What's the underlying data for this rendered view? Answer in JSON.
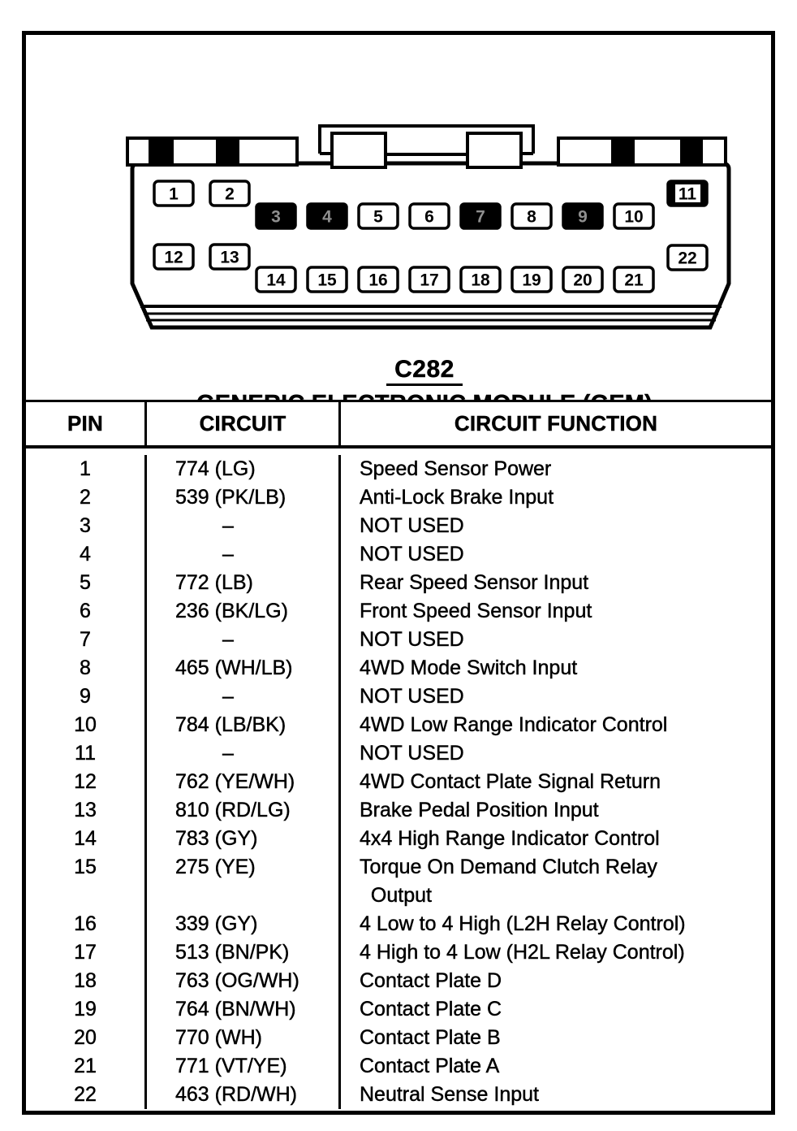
{
  "connector": {
    "label": "C282",
    "name": "GENERIC ELECTRONIC MODULE (GEM)",
    "pins": [
      {
        "n": "1",
        "variant": "open"
      },
      {
        "n": "2",
        "variant": "open"
      },
      {
        "n": "3",
        "variant": "filled"
      },
      {
        "n": "4",
        "variant": "filled"
      },
      {
        "n": "5",
        "variant": "open"
      },
      {
        "n": "6",
        "variant": "open"
      },
      {
        "n": "7",
        "variant": "filled"
      },
      {
        "n": "8",
        "variant": "open"
      },
      {
        "n": "9",
        "variant": "filled"
      },
      {
        "n": "10",
        "variant": "open"
      },
      {
        "n": "11",
        "variant": "filled-plate"
      },
      {
        "n": "12",
        "variant": "open"
      },
      {
        "n": "13",
        "variant": "open"
      },
      {
        "n": "14",
        "variant": "open"
      },
      {
        "n": "15",
        "variant": "open"
      },
      {
        "n": "16",
        "variant": "open"
      },
      {
        "n": "17",
        "variant": "open"
      },
      {
        "n": "18",
        "variant": "open"
      },
      {
        "n": "19",
        "variant": "open"
      },
      {
        "n": "20",
        "variant": "open"
      },
      {
        "n": "21",
        "variant": "open"
      },
      {
        "n": "22",
        "variant": "open"
      }
    ]
  },
  "table": {
    "headers": [
      "PIN",
      "CIRCUIT",
      "CIRCUIT FUNCTION"
    ],
    "rows": [
      {
        "pin": "1",
        "circuit": "774 (LG)",
        "function": "Speed Sensor Power"
      },
      {
        "pin": "2",
        "circuit": "539 (PK/LB)",
        "function": "Anti-Lock Brake Input"
      },
      {
        "pin": "3",
        "circuit": "–",
        "function": "NOT USED"
      },
      {
        "pin": "4",
        "circuit": "–",
        "function": "NOT USED"
      },
      {
        "pin": "5",
        "circuit": "772 (LB)",
        "function": "Rear Speed Sensor Input"
      },
      {
        "pin": "6",
        "circuit": "236 (BK/LG)",
        "function": "Front Speed Sensor Input"
      },
      {
        "pin": "7",
        "circuit": "–",
        "function": "NOT USED"
      },
      {
        "pin": "8",
        "circuit": "465 (WH/LB)",
        "function": "4WD Mode Switch Input"
      },
      {
        "pin": "9",
        "circuit": "–",
        "function": "NOT USED"
      },
      {
        "pin": "10",
        "circuit": "784 (LB/BK)",
        "function": "4WD Low Range Indicator Control"
      },
      {
        "pin": "11",
        "circuit": "–",
        "function": "NOT USED"
      },
      {
        "pin": "12",
        "circuit": "762 (YE/WH)",
        "function": "4WD Contact Plate Signal Return"
      },
      {
        "pin": "13",
        "circuit": "810 (RD/LG)",
        "function": "Brake Pedal Position Input"
      },
      {
        "pin": "14",
        "circuit": "783 (GY)",
        "function": "4x4 High Range Indicator Control"
      },
      {
        "pin": "15",
        "circuit": "275 (YE)",
        "function": "Torque On Demand Clutch Relay\n  Output"
      },
      {
        "pin": "16",
        "circuit": "339 (GY)",
        "function": "4 Low to 4 High (L2H Relay Control)"
      },
      {
        "pin": "17",
        "circuit": "513 (BN/PK)",
        "function": "4 High to 4 Low (H2L Relay Control)"
      },
      {
        "pin": "18",
        "circuit": "763 (OG/WH)",
        "function": "Contact Plate D"
      },
      {
        "pin": "19",
        "circuit": "764 (BN/WH)",
        "function": "Contact Plate C"
      },
      {
        "pin": "20",
        "circuit": "770 (WH)",
        "function": "Contact Plate B"
      },
      {
        "pin": "21",
        "circuit": "771 (VT/YE)",
        "function": "Contact Plate A"
      },
      {
        "pin": "22",
        "circuit": "463 (RD/WH)",
        "function": "Neutral Sense Input"
      }
    ]
  },
  "colors": {
    "ink": "#000000",
    "filled_pin_digit": "#8f8f8f",
    "paper": "#ffffff"
  }
}
